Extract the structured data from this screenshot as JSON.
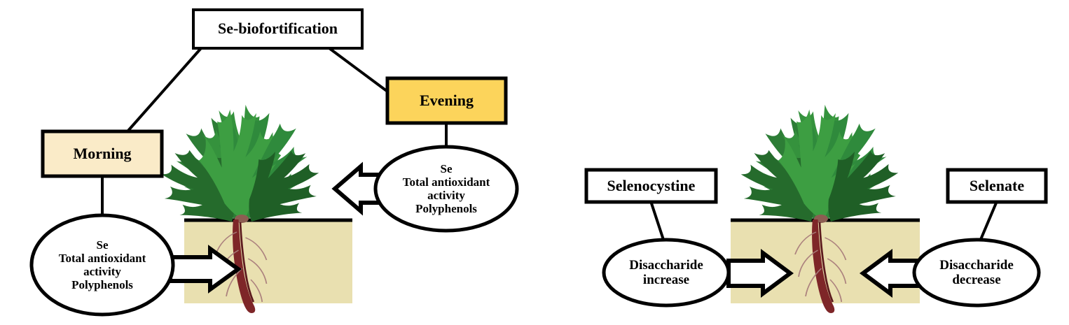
{
  "diagram": {
    "title_box": {
      "label": "Se-biofortification"
    },
    "left_panel": {
      "timing_boxes": [
        {
          "name": "morning",
          "label": "Morning",
          "fill": "#FAEBC8"
        },
        {
          "name": "evening",
          "label": "Evening",
          "fill": "#FCD45B"
        }
      ],
      "ellipses": [
        {
          "name": "morning-effects",
          "label": "Se\nTotal antioxidant\nactivity\nPolyphenols"
        },
        {
          "name": "evening-effects",
          "label": "Se\nTotal antioxidant\nactivity\nPolyphenols"
        }
      ],
      "soil": {
        "fill": "#E9E0B0"
      }
    },
    "right_panel": {
      "compound_boxes": [
        {
          "name": "selenocystine",
          "label": "Selenocystine",
          "fill": "#FFFFFF"
        },
        {
          "name": "selenate",
          "label": "Selenate",
          "fill": "#FFFFFF"
        }
      ],
      "ellipses": [
        {
          "name": "disaccharide-increase",
          "label": "Disaccharide\nincrease"
        },
        {
          "name": "disaccharide-decrease",
          "label": "Disaccharide\ndecrease"
        }
      ],
      "soil": {
        "fill": "#E9E0B0"
      }
    },
    "colors": {
      "outline": "#000000",
      "arrow_fill": "#FFFFFF",
      "leaf_green_dark": "#1d5c27",
      "leaf_green_mid": "#2f8a3c",
      "leaf_green_light": "#55ad56",
      "root_dark": "#6d1f22",
      "root_mid": "#8d2a2c",
      "soil": "#E9E0B0"
    }
  }
}
